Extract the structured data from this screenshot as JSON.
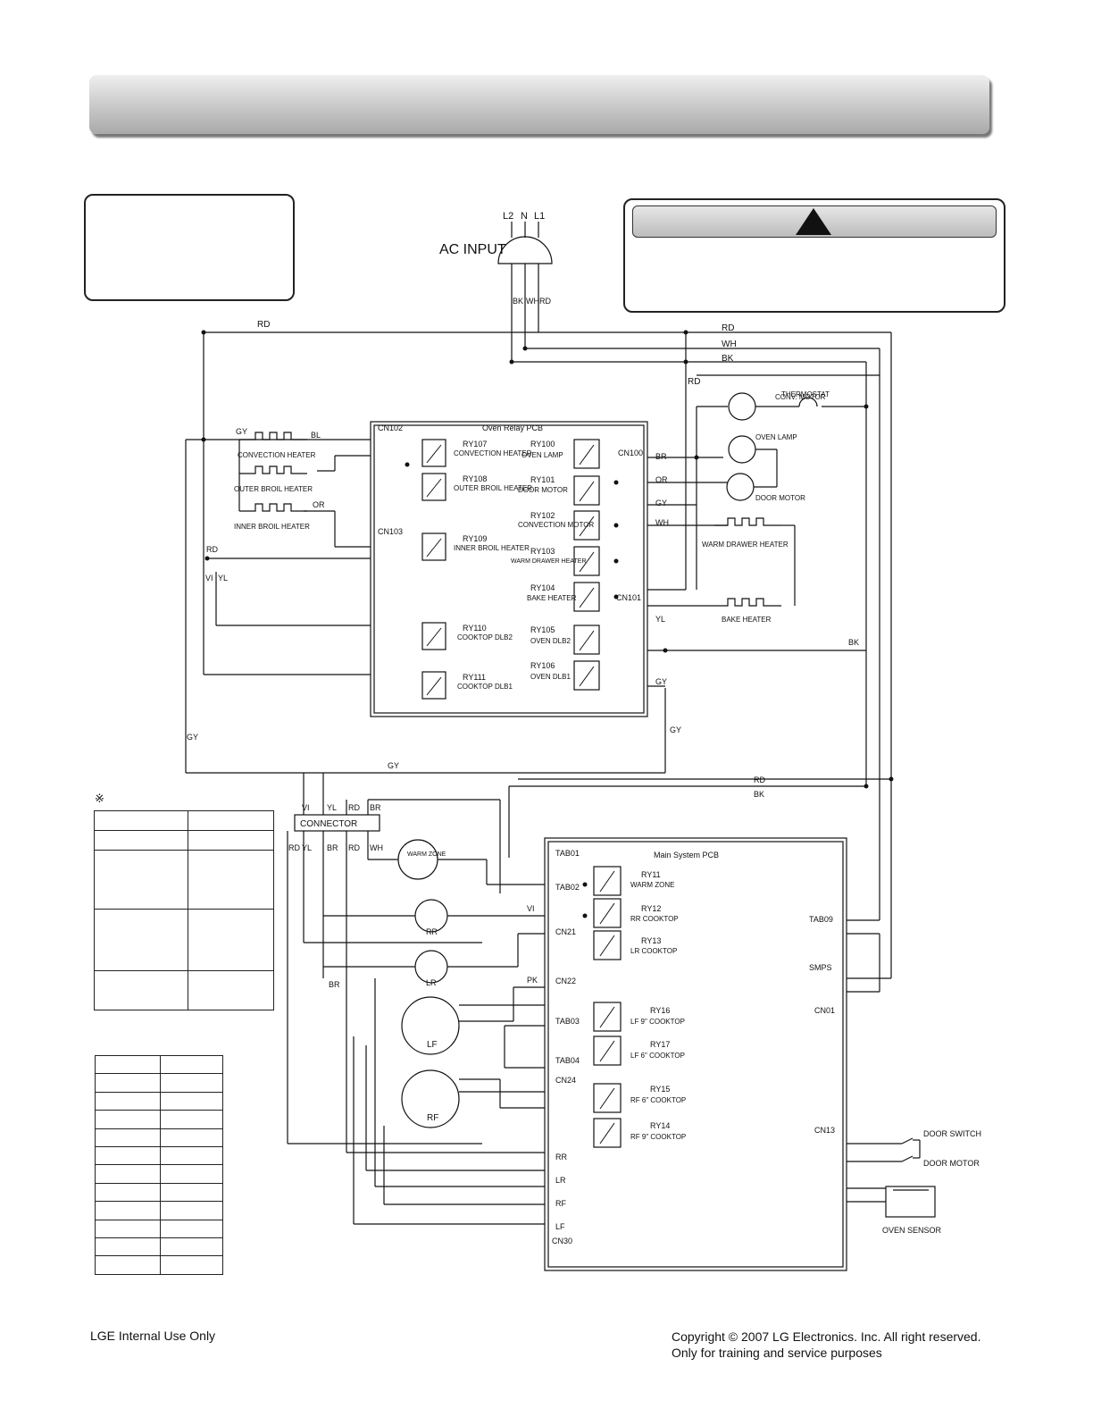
{
  "ac_input": {
    "label": "AC INPUT",
    "terminals": [
      "L2",
      "N",
      "L1"
    ],
    "wires": [
      "BK",
      "WH",
      "RD"
    ]
  },
  "wire_colors": {
    "RD": "RD",
    "WH": "WH",
    "BK": "BK",
    "GY": "GY",
    "BL": "BL",
    "OR": "OR",
    "YL": "YL",
    "VI": "VI",
    "BR": "BR",
    "PK": "PK"
  },
  "oven_relay_pcb": {
    "title": "Oven Relay PCB",
    "connectors": [
      "CN102",
      "CN103",
      "CN100",
      "CN101"
    ],
    "relays": [
      {
        "id": "RY107",
        "name": "CONVECTION HEATER"
      },
      {
        "id": "RY108",
        "name": "OUTER BROIL HEATER"
      },
      {
        "id": "RY109",
        "name": "INNER BROIL HEATER"
      },
      {
        "id": "RY110",
        "name": "COOKTOP DLB2"
      },
      {
        "id": "RY111",
        "name": "COOKTOP DLB1"
      },
      {
        "id": "RY100",
        "name": "OVEN LAMP"
      },
      {
        "id": "RY101",
        "name": "DOOR MOTOR"
      },
      {
        "id": "RY102",
        "name": "CONVECTION MOTOR"
      },
      {
        "id": "RY103",
        "name": "WARM DRAWER HEATER"
      },
      {
        "id": "RY104",
        "name": "BAKE HEATER"
      },
      {
        "id": "RY105",
        "name": "OVEN DLB2"
      },
      {
        "id": "RY106",
        "name": "OVEN DLB1"
      }
    ]
  },
  "heaters_left": [
    "CONVECTION HEATER",
    "OUTER BROIL HEATER",
    "INNER BROIL HEATER"
  ],
  "loads_right": [
    "CONV. MOTOR",
    "THERMOSTAT",
    "OVEN LAMP",
    "DOOR MOTOR",
    "WARM DRAWER HEATER",
    "BAKE HEATER"
  ],
  "connector_label": "CONNECTOR",
  "connector_top_pins": [
    "VI",
    "YL",
    "RD",
    "BR"
  ],
  "connector_bottom_pins": [
    "RD",
    "YL",
    "BR",
    "RD",
    "WH"
  ],
  "elements": {
    "warm_zone": "WARM ZONE",
    "rr": "RR",
    "lr": "LR",
    "lf": "LF",
    "rf": "RF"
  },
  "main_pcb": {
    "title": "Main System PCB",
    "connectors": [
      "TAB01",
      "TAB02",
      "CN21",
      "CN22",
      "TAB03",
      "TAB04",
      "CN24",
      "CN30",
      "TAB09",
      "SMPS",
      "CN01",
      "CN13"
    ],
    "relays": [
      {
        "id": "RY11",
        "name": "WARM ZONE"
      },
      {
        "id": "RY12",
        "name": "RR COOKTOP"
      },
      {
        "id": "RY13",
        "name": "LR COOKTOP"
      },
      {
        "id": "RY16",
        "name": "LF 9\" COOKTOP"
      },
      {
        "id": "RY17",
        "name": "LF 6\" COOKTOP"
      },
      {
        "id": "RY15",
        "name": "RF 6\" COOKTOP"
      },
      {
        "id": "RY14",
        "name": "RF 9\" COOKTOP"
      }
    ],
    "cn30_pins": [
      "RR",
      "LR",
      "RF",
      "LF"
    ]
  },
  "door_devices": [
    "DOOR SWITCH",
    "DOOR MOTOR"
  ],
  "oven_sensor": "OVEN SENSOR",
  "ref_mark": "※",
  "footer": {
    "left": "LGE Internal Use Only",
    "right_line1": "Copyright © 2007 LG Electronics. Inc. All right reserved.",
    "right_line2": "Only for training and service purposes"
  }
}
